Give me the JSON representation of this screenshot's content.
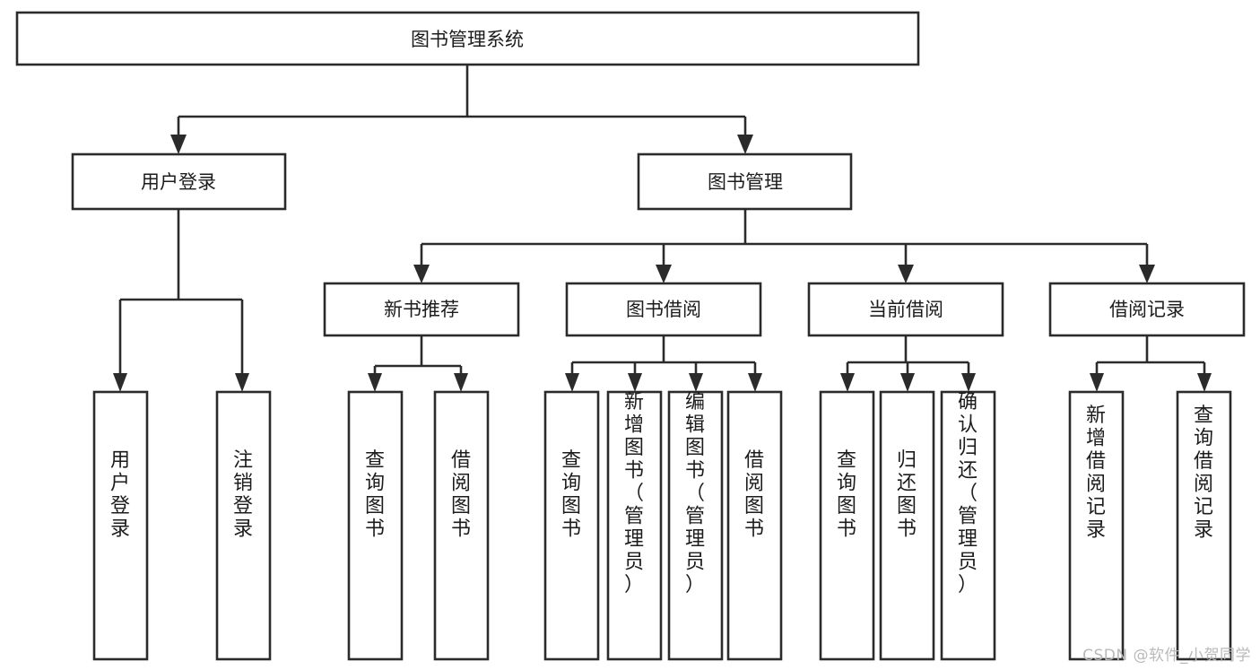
{
  "diagram": {
    "kind": "tree-hierarchy-chart",
    "title": "图书管理系统",
    "root": {
      "id": "root",
      "label": "图书管理系统"
    },
    "level2": [
      {
        "id": "user-login",
        "label": "用户登录"
      },
      {
        "id": "book-manage",
        "label": "图书管理"
      }
    ],
    "level3": [
      {
        "id": "new-book-recommend",
        "label": "新书推荐",
        "parent": "book-manage"
      },
      {
        "id": "book-borrow",
        "label": "图书借阅",
        "parent": "book-manage"
      },
      {
        "id": "current-borrow",
        "label": "当前借阅",
        "parent": "book-manage"
      },
      {
        "id": "borrow-record",
        "label": "借阅记录",
        "parent": "book-manage"
      }
    ],
    "leaves": [
      {
        "id": "leaf-user-login",
        "label": "用户登录",
        "parent": "user-login"
      },
      {
        "id": "leaf-logout-login",
        "label": "注销登录",
        "parent": "user-login"
      },
      {
        "id": "leaf-query-book-1",
        "label": "查询图书",
        "parent": "new-book-recommend"
      },
      {
        "id": "leaf-borrow-book-1",
        "label": "借阅图书",
        "parent": "new-book-recommend"
      },
      {
        "id": "leaf-query-book-2",
        "label": "查询图书",
        "parent": "book-borrow"
      },
      {
        "id": "leaf-add-book",
        "label": "新增图书（管理员）",
        "parent": "book-borrow"
      },
      {
        "id": "leaf-edit-book",
        "label": "编辑图书（管理员）",
        "parent": "book-borrow"
      },
      {
        "id": "leaf-borrow-book-2",
        "label": "借阅图书",
        "parent": "book-borrow"
      },
      {
        "id": "leaf-query-book-3",
        "label": "查询图书",
        "parent": "current-borrow"
      },
      {
        "id": "leaf-return-book",
        "label": "归还图书",
        "parent": "current-borrow"
      },
      {
        "id": "leaf-confirm-return",
        "label": "确认归还（管理员）",
        "parent": "current-borrow"
      },
      {
        "id": "leaf-add-record",
        "label": "新增借阅记录",
        "parent": "borrow-record"
      },
      {
        "id": "leaf-query-record",
        "label": "查询借阅记录",
        "parent": "borrow-record"
      }
    ],
    "colors": {
      "background": "#ffffff",
      "box_fill": "#ffffff",
      "box_stroke": "#2b2b2b",
      "connector": "#2b2b2b",
      "text": "#1c1c1c",
      "watermark": "#b9b9b9"
    }
  },
  "watermark": {
    "text": "CSDN @软件_小贺同学"
  }
}
